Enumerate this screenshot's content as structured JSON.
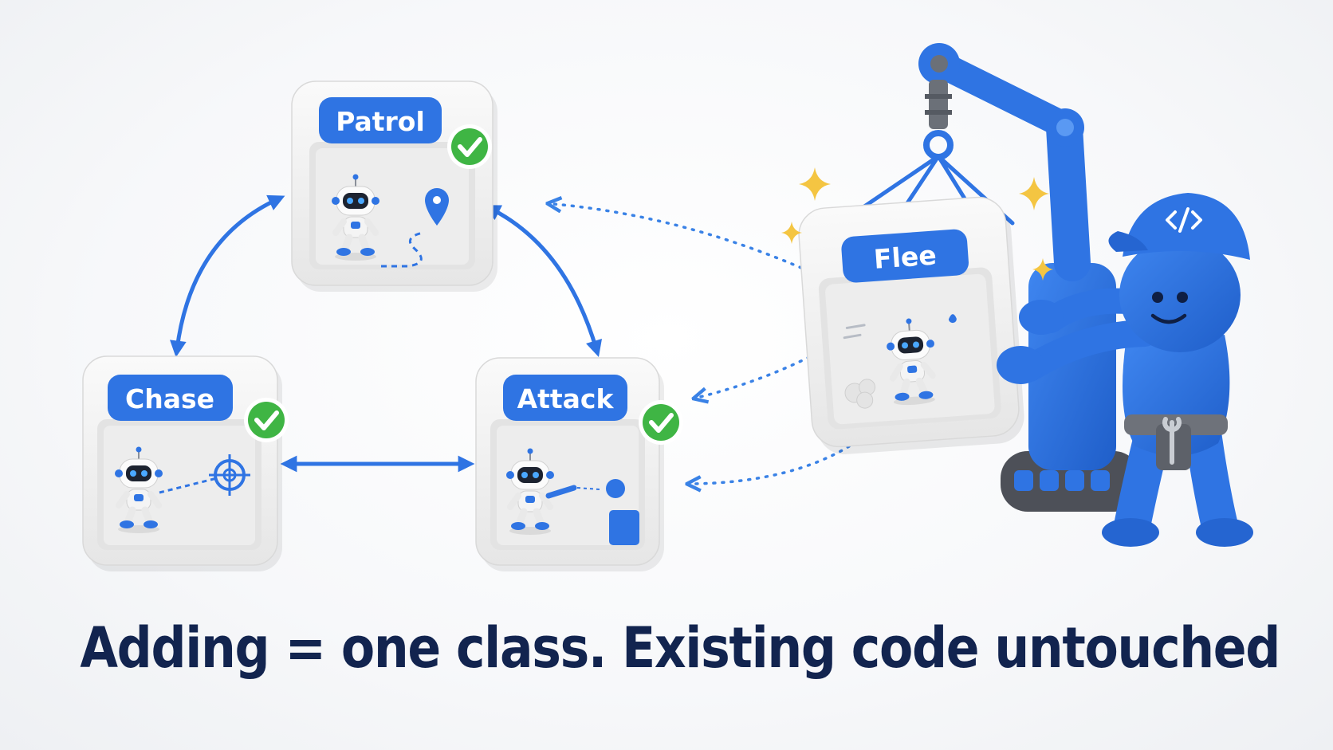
{
  "states": {
    "patrol": {
      "label": "Patrol"
    },
    "chase": {
      "label": "Chase"
    },
    "attack": {
      "label": "Attack"
    },
    "flee": {
      "label": "Flee"
    }
  },
  "engineer": {
    "cap_icon": "code-icon"
  },
  "caption": "Adding = one class. Existing code untouched",
  "colors": {
    "primary": "#2f74e3",
    "box": "#f1f1f1",
    "check": "#3fb544",
    "sparkle": "#f4c542",
    "caption": "#12244f"
  }
}
